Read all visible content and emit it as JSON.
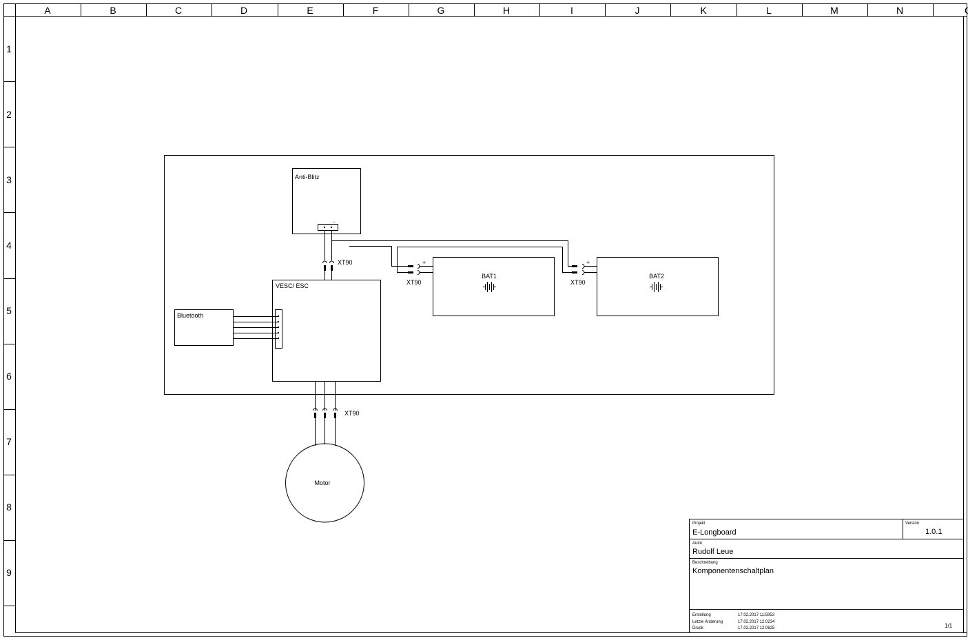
{
  "grid": {
    "columns": [
      "A",
      "B",
      "C",
      "D",
      "E",
      "F",
      "G",
      "H",
      "I",
      "J",
      "K",
      "L",
      "M",
      "N",
      "O"
    ],
    "rows": [
      "1",
      "2",
      "3",
      "4",
      "5",
      "6",
      "7",
      "8",
      "9"
    ]
  },
  "components": {
    "anti_blitz": "Anti-Blitz",
    "vesc_esc": "VESC/ ESC",
    "bluetooth": "Bluetooth",
    "bat1": "BAT1",
    "bat2": "BAT2",
    "motor": "Motor",
    "connector_label": "XT90",
    "plus": "+",
    "minus": "−"
  },
  "title_block": {
    "project_label": "Projekt",
    "project": "E-Longboard",
    "version_label": "Version",
    "version": "1.0.1",
    "author_label": "Autor",
    "author": "Rudolf Leue",
    "description_label": "Beschreibung",
    "description": "Komponentenschaltplan",
    "created_label": "Erstellung",
    "created": "17.02.2017 11:5953",
    "modified_label": "Letzte Änderung",
    "modified": "17.02.2017 12:0234",
    "print_label": "Druck",
    "print": "17.02.2017 12:0825",
    "page": "1/1"
  }
}
